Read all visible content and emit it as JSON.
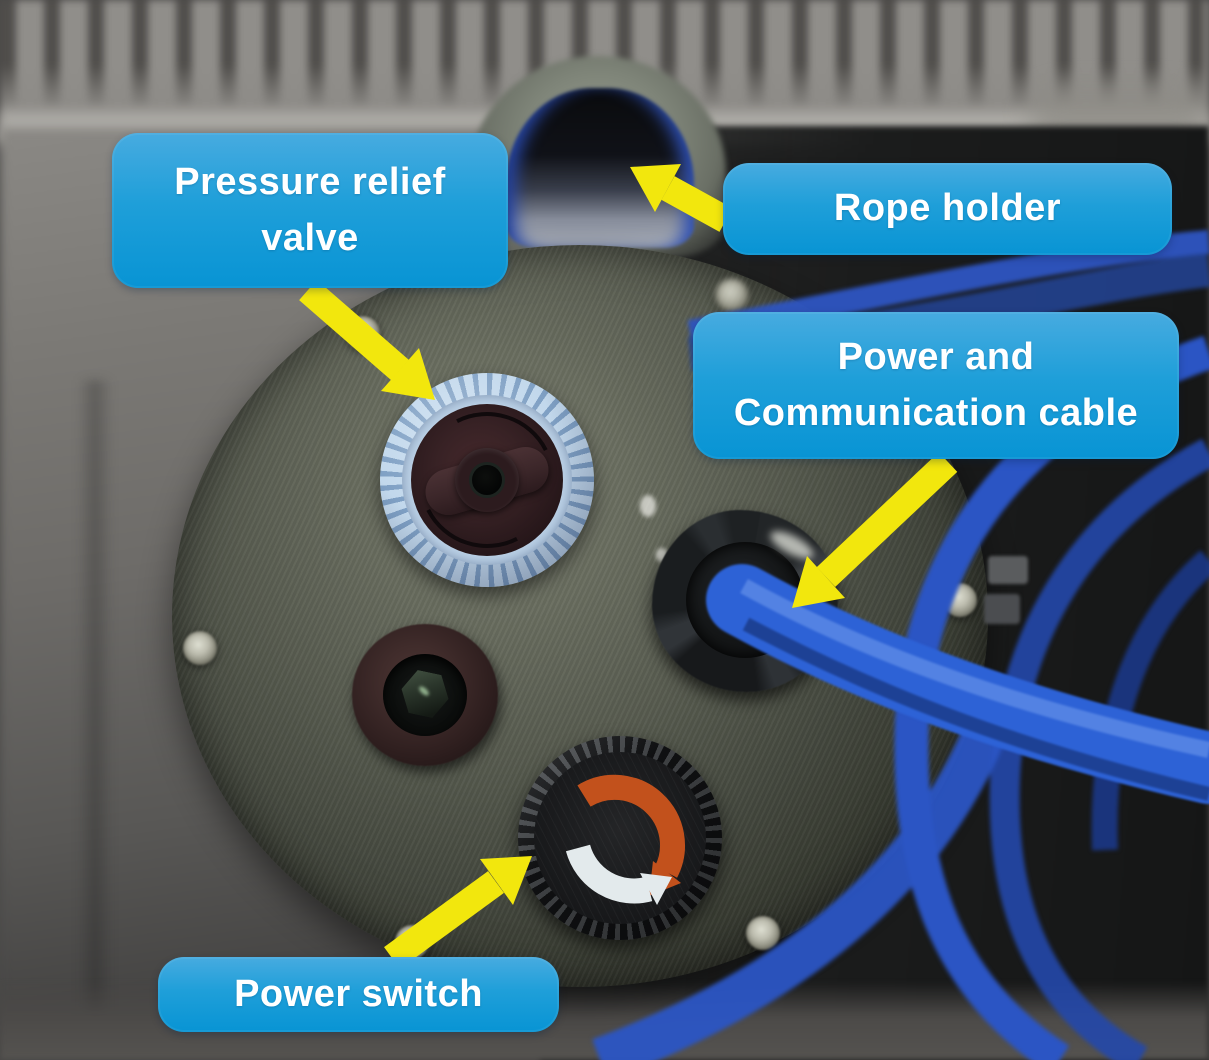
{
  "callouts": {
    "pressure_relief_valve": {
      "line1": "Pressure relief",
      "line2": "valve"
    },
    "rope_holder": {
      "label": "Rope holder"
    },
    "power_communication_cable": {
      "line1": "Power and",
      "line2": "Communication cable"
    },
    "power_switch": {
      "label": "Power switch"
    }
  },
  "parts": {
    "rope_holder": "metal rope holder arch with blue-lined opening",
    "pressure_relief_valve": "blue knurled relief valve knob with wing insert",
    "blank_connector": "dark round connector with hex recess",
    "cable_gland": "black cable gland nut",
    "power_and_communication_cable": "blue cable exiting gland and coiling in case",
    "power_switch": "knurled rotary switch with orange and white rotation arrows",
    "end_cap": "dark circular device end-cap with silver screws",
    "case": "gray carry case with foam lid"
  },
  "colors": {
    "callout_bg_top": "#47abe0",
    "callout_bg_bottom": "#0894d4",
    "callout_text": "#ffffff",
    "arrow_yellow": "#f2e70d",
    "cable_blue": "#2d62d6",
    "valve_ring_blue": "#bdd3e8",
    "switch_arrow_orange": "#c2511c",
    "switch_arrow_white": "#e3eaec"
  }
}
